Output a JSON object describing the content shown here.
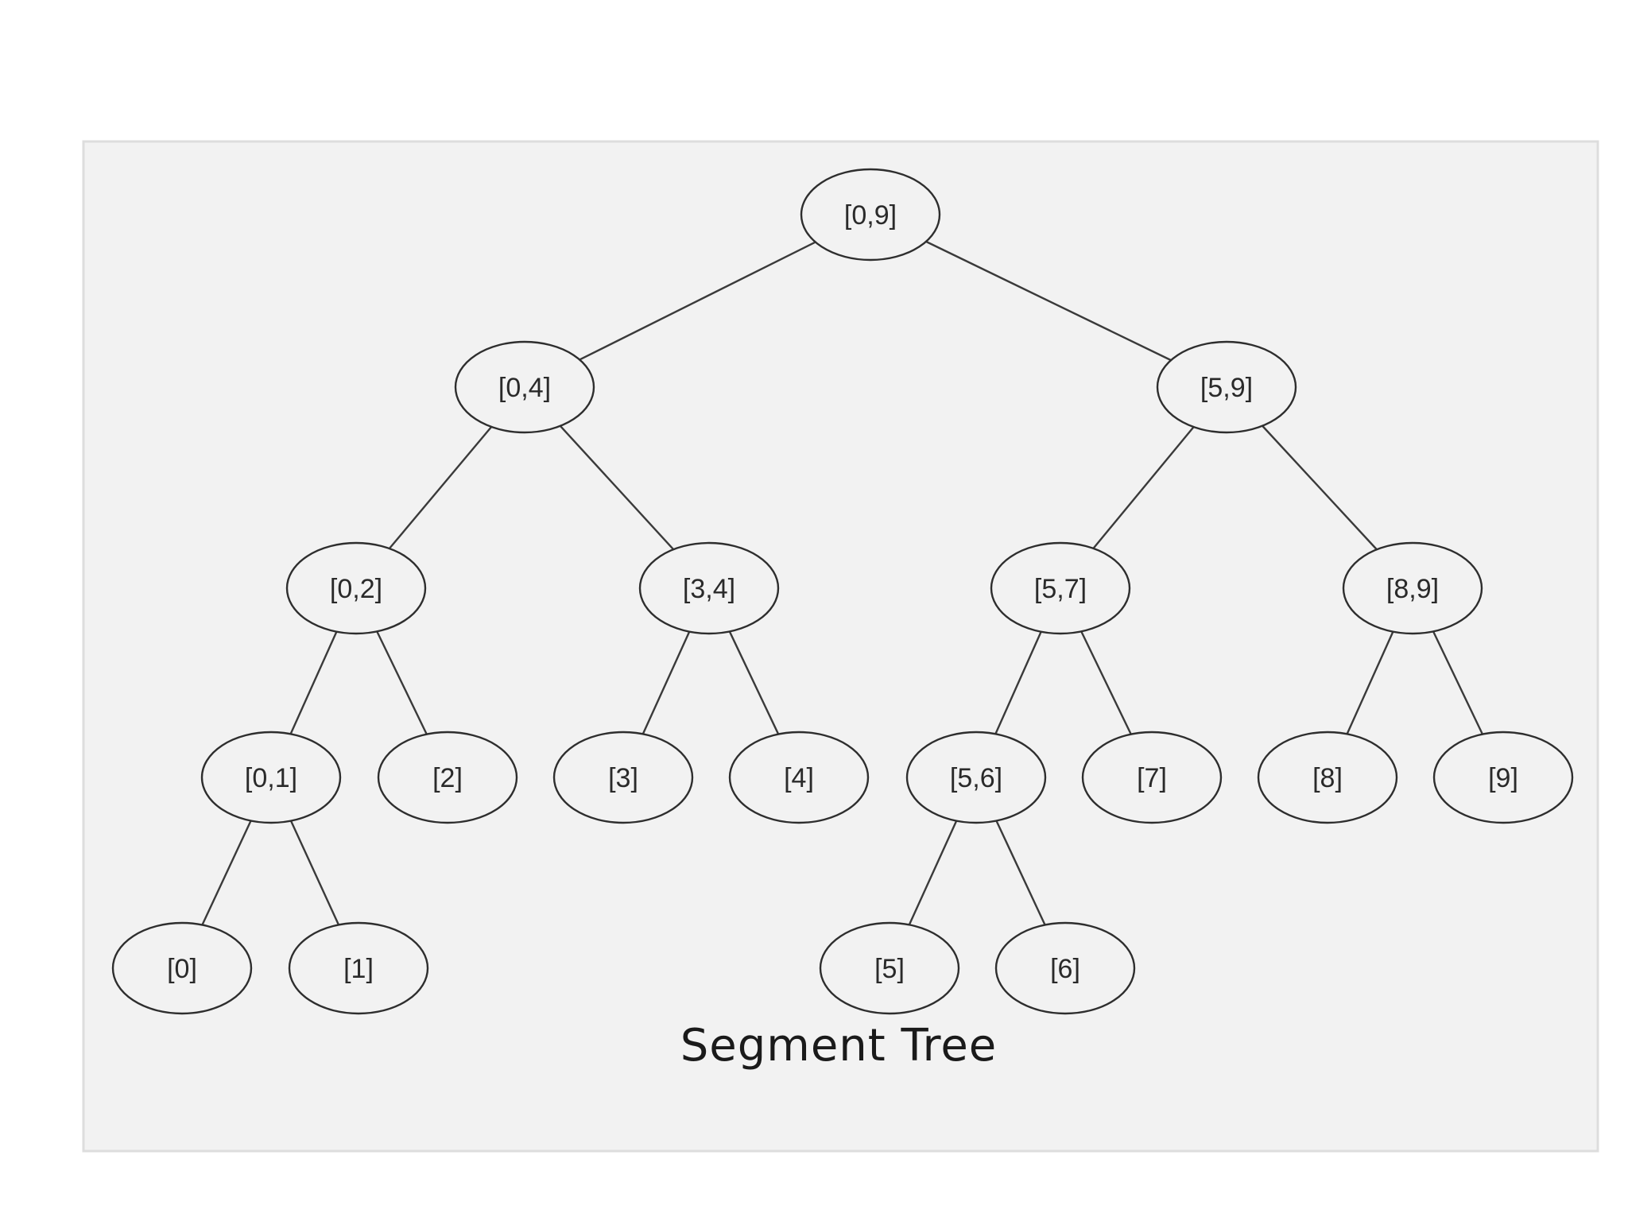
{
  "diagram": {
    "caption": "Segment Tree",
    "nodes": [
      {
        "id": "n09",
        "label": "[0,9]"
      },
      {
        "id": "n04",
        "label": "[0,4]"
      },
      {
        "id": "n59",
        "label": "[5,9]"
      },
      {
        "id": "n02",
        "label": "[0,2]"
      },
      {
        "id": "n34",
        "label": "[3,4]"
      },
      {
        "id": "n57",
        "label": "[5,7]"
      },
      {
        "id": "n89",
        "label": "[8,9]"
      },
      {
        "id": "n01",
        "label": "[0,1]"
      },
      {
        "id": "n2",
        "label": "[2]"
      },
      {
        "id": "n3",
        "label": "[3]"
      },
      {
        "id": "n4",
        "label": "[4]"
      },
      {
        "id": "n56",
        "label": "[5,6]"
      },
      {
        "id": "n7",
        "label": "[7]"
      },
      {
        "id": "n8",
        "label": "[8]"
      },
      {
        "id": "n9",
        "label": "[9]"
      },
      {
        "id": "n0",
        "label": "[0]"
      },
      {
        "id": "n1",
        "label": "[1]"
      },
      {
        "id": "n5",
        "label": "[5]"
      },
      {
        "id": "n6",
        "label": "[6]"
      }
    ],
    "edges": [
      [
        "n09",
        "n04"
      ],
      [
        "n09",
        "n59"
      ],
      [
        "n04",
        "n02"
      ],
      [
        "n04",
        "n34"
      ],
      [
        "n59",
        "n57"
      ],
      [
        "n59",
        "n89"
      ],
      [
        "n02",
        "n01"
      ],
      [
        "n02",
        "n2"
      ],
      [
        "n34",
        "n3"
      ],
      [
        "n34",
        "n4"
      ],
      [
        "n57",
        "n56"
      ],
      [
        "n57",
        "n7"
      ],
      [
        "n89",
        "n8"
      ],
      [
        "n89",
        "n9"
      ],
      [
        "n01",
        "n0"
      ],
      [
        "n01",
        "n1"
      ],
      [
        "n56",
        "n5"
      ],
      [
        "n56",
        "n6"
      ]
    ]
  }
}
